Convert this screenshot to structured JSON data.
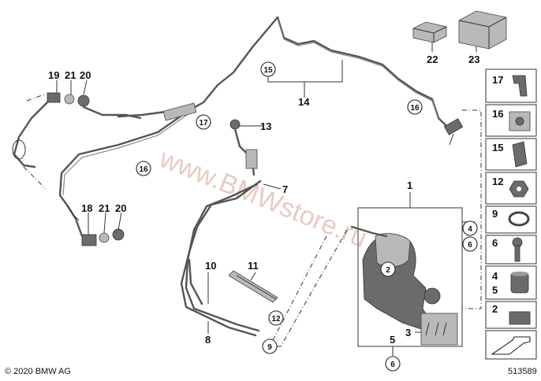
{
  "watermark": "www.BMWstore.ru",
  "copyright": "© 2020 BMW AG",
  "diagram_id": "513589",
  "labels": {
    "p1": "1",
    "p3": "3",
    "p5": "5",
    "p7": "7",
    "p8": "8",
    "p10": "10",
    "p11": "11",
    "p13": "13",
    "p14": "14",
    "p18": "18",
    "p19": "19",
    "p20a": "20",
    "p20b": "20",
    "p21a": "21",
    "p21b": "21",
    "p22": "22",
    "p23": "23"
  },
  "callouts": {
    "c15": "15",
    "c16a": "16",
    "c16b": "16",
    "c17": "17",
    "c2": "2",
    "c4": "4",
    "c6a": "6",
    "c6b": "6",
    "c9": "9",
    "c12": "12"
  },
  "legend": [
    {
      "id": "17",
      "icon": "clip-icon"
    },
    {
      "id": "16",
      "icon": "double-clip-icon"
    },
    {
      "id": "15",
      "icon": "holder-icon"
    },
    {
      "id": "12",
      "icon": "hex-nut-icon"
    },
    {
      "id": "9",
      "icon": "hose-clamp-icon"
    },
    {
      "id": "6",
      "icon": "screw-icon"
    },
    {
      "id": "4",
      "sub": "5",
      "icon": "rubber-mount-icon"
    },
    {
      "id": "2",
      "icon": "sealing-pad-icon"
    },
    {
      "id": "",
      "icon": "arrow-icon"
    }
  ]
}
